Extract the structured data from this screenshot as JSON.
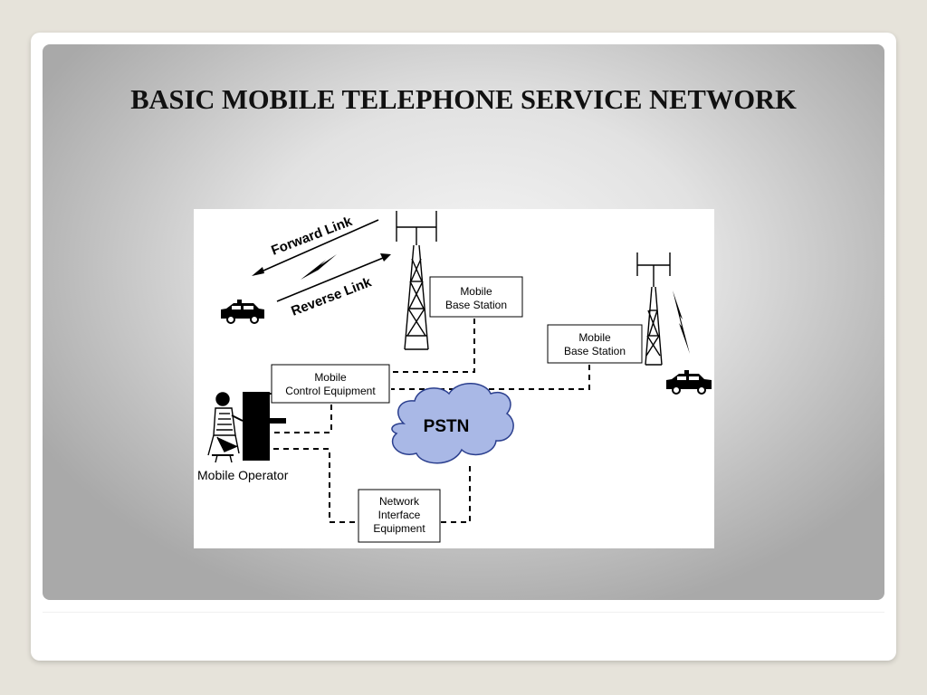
{
  "slide": {
    "title": "BASIC MOBILE TELEPHONE SERVICE NETWORK"
  },
  "diagram": {
    "links": {
      "forward": "Forward Link",
      "reverse": "Reverse Link"
    },
    "base_station_1": {
      "line1": "Mobile",
      "line2": "Base Station"
    },
    "base_station_2": {
      "line1": "Mobile",
      "line2": "Base Station"
    },
    "control_equipment": {
      "line1": "Mobile",
      "line2": "Control Equipment"
    },
    "pstn": "PSTN",
    "network_interface": {
      "line1": "Network",
      "line2": "Interface",
      "line3": "Equipment"
    },
    "operator_label": "Mobile Operator",
    "icons": [
      "car-icon",
      "antenna-tower-icon",
      "lightning-icon",
      "cloud-icon",
      "operator-icon"
    ],
    "colors": {
      "cloud_fill": "#a9b8e6",
      "cloud_stroke": "#2b3f8e"
    }
  }
}
